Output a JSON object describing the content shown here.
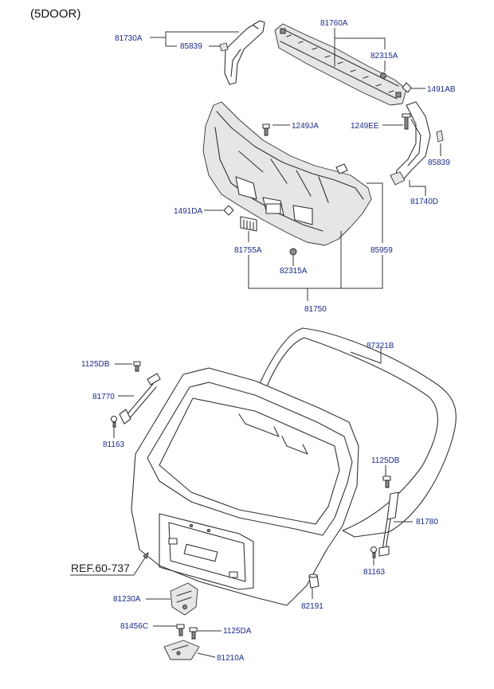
{
  "diagram": {
    "heading": "(5DOOR)",
    "reference": "REF.60-737",
    "callouts": {
      "c81730A": "81730A",
      "c85839_top": "85839",
      "c81760A": "81760A",
      "c82315A_top": "82315A",
      "c1491AB": "1491AB",
      "c1249JA": "1249JA",
      "c1249EE": "1249EE",
      "c85839_right": "85839",
      "c81740D": "81740D",
      "c1491DA": "1491DA",
      "c81755A": "81755A",
      "c82315A_bottom": "82315A",
      "c85959": "85959",
      "c81750": "81750",
      "c87321B": "87321B",
      "c1125DB_left": "1125DB",
      "c81770": "81770",
      "c81163_left": "81163",
      "c1125DB_right": "1125DB",
      "c81780": "81780",
      "c81163_right": "81163",
      "c81230A": "81230A",
      "c82191": "82191",
      "c81456C": "81456C",
      "c1125DA": "1125DA",
      "c81210A": "81210A"
    }
  }
}
